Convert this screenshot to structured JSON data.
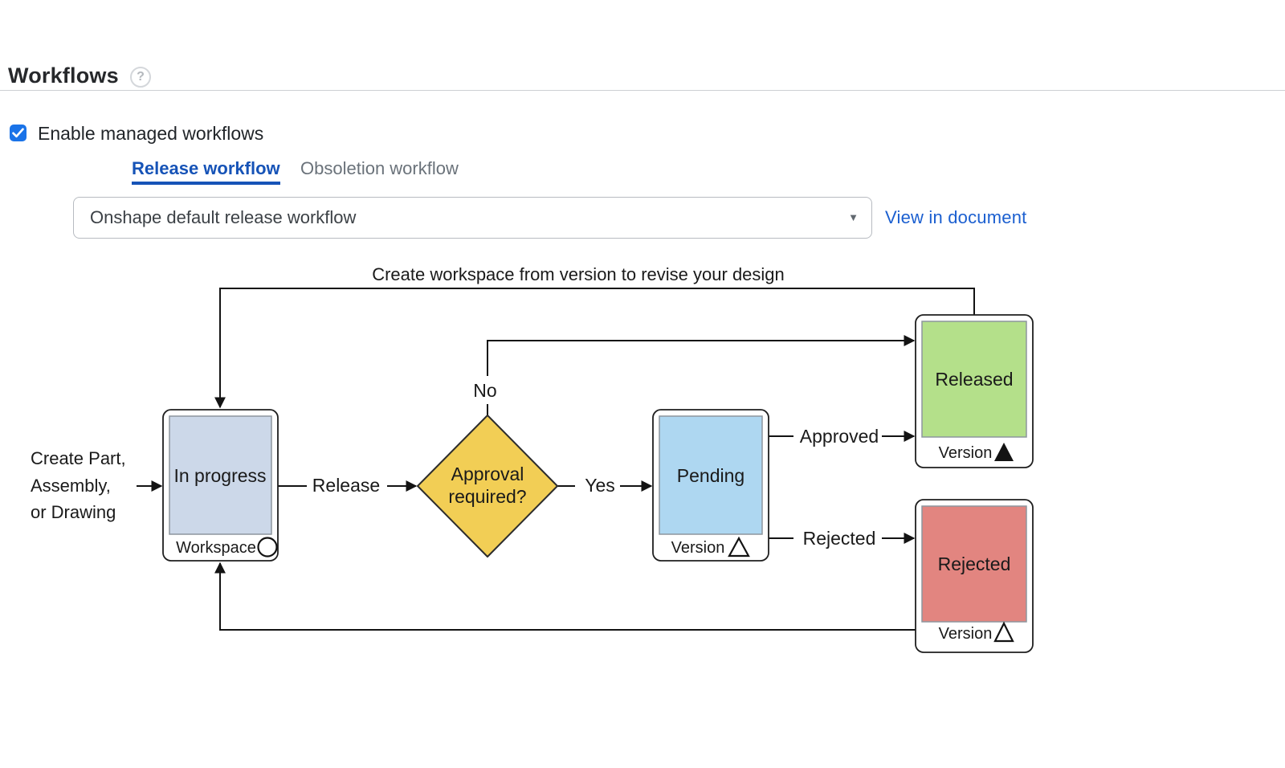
{
  "page": {
    "title": "Workflows",
    "help_icon": "?"
  },
  "controls": {
    "enable_workflows": {
      "label": "Enable managed workflows",
      "checked": true
    },
    "tabs": [
      {
        "label": "Release workflow",
        "active": true
      },
      {
        "label": "Obsoletion workflow",
        "active": false
      }
    ],
    "workflow_select": {
      "value": "Onshape default release workflow",
      "caret_icon": "▼"
    },
    "view_link": "View in document"
  },
  "diagram": {
    "caption": "Create workspace from version to revise your design",
    "start_label": {
      "line1": "Create Part,",
      "line2": "Assembly,",
      "line3": "or Drawing"
    },
    "nodes": {
      "in_progress": {
        "title": "In progress",
        "footer": "Workspace",
        "footer_icon": "circle-outline",
        "fill": "#ccd8e9"
      },
      "approval": {
        "line1": "Approval",
        "line2": "required?",
        "fill": "#f2ce55"
      },
      "pending": {
        "title": "Pending",
        "footer": "Version",
        "footer_icon": "triangle-outline",
        "fill": "#aed7f1"
      },
      "released": {
        "title": "Released",
        "footer": "Version",
        "footer_icon": "triangle-filled",
        "fill": "#b4e08a"
      },
      "rejected": {
        "title": "Rejected",
        "footer": "Version",
        "footer_icon": "triangle-outline",
        "fill": "#e28580"
      }
    },
    "edge_labels": {
      "release": "Release",
      "yes": "Yes",
      "no": "No",
      "approved": "Approved",
      "rejected": "Rejected"
    },
    "colors": {
      "line": "#131313",
      "node_border": "#1f1f1f",
      "inner_border": "#8d969e"
    }
  },
  "colors": {
    "checkbox_accent": "#1a73e8",
    "tab_active": "#1653b7",
    "link": "#1b5fd0",
    "divider": "#cdd0d3"
  }
}
